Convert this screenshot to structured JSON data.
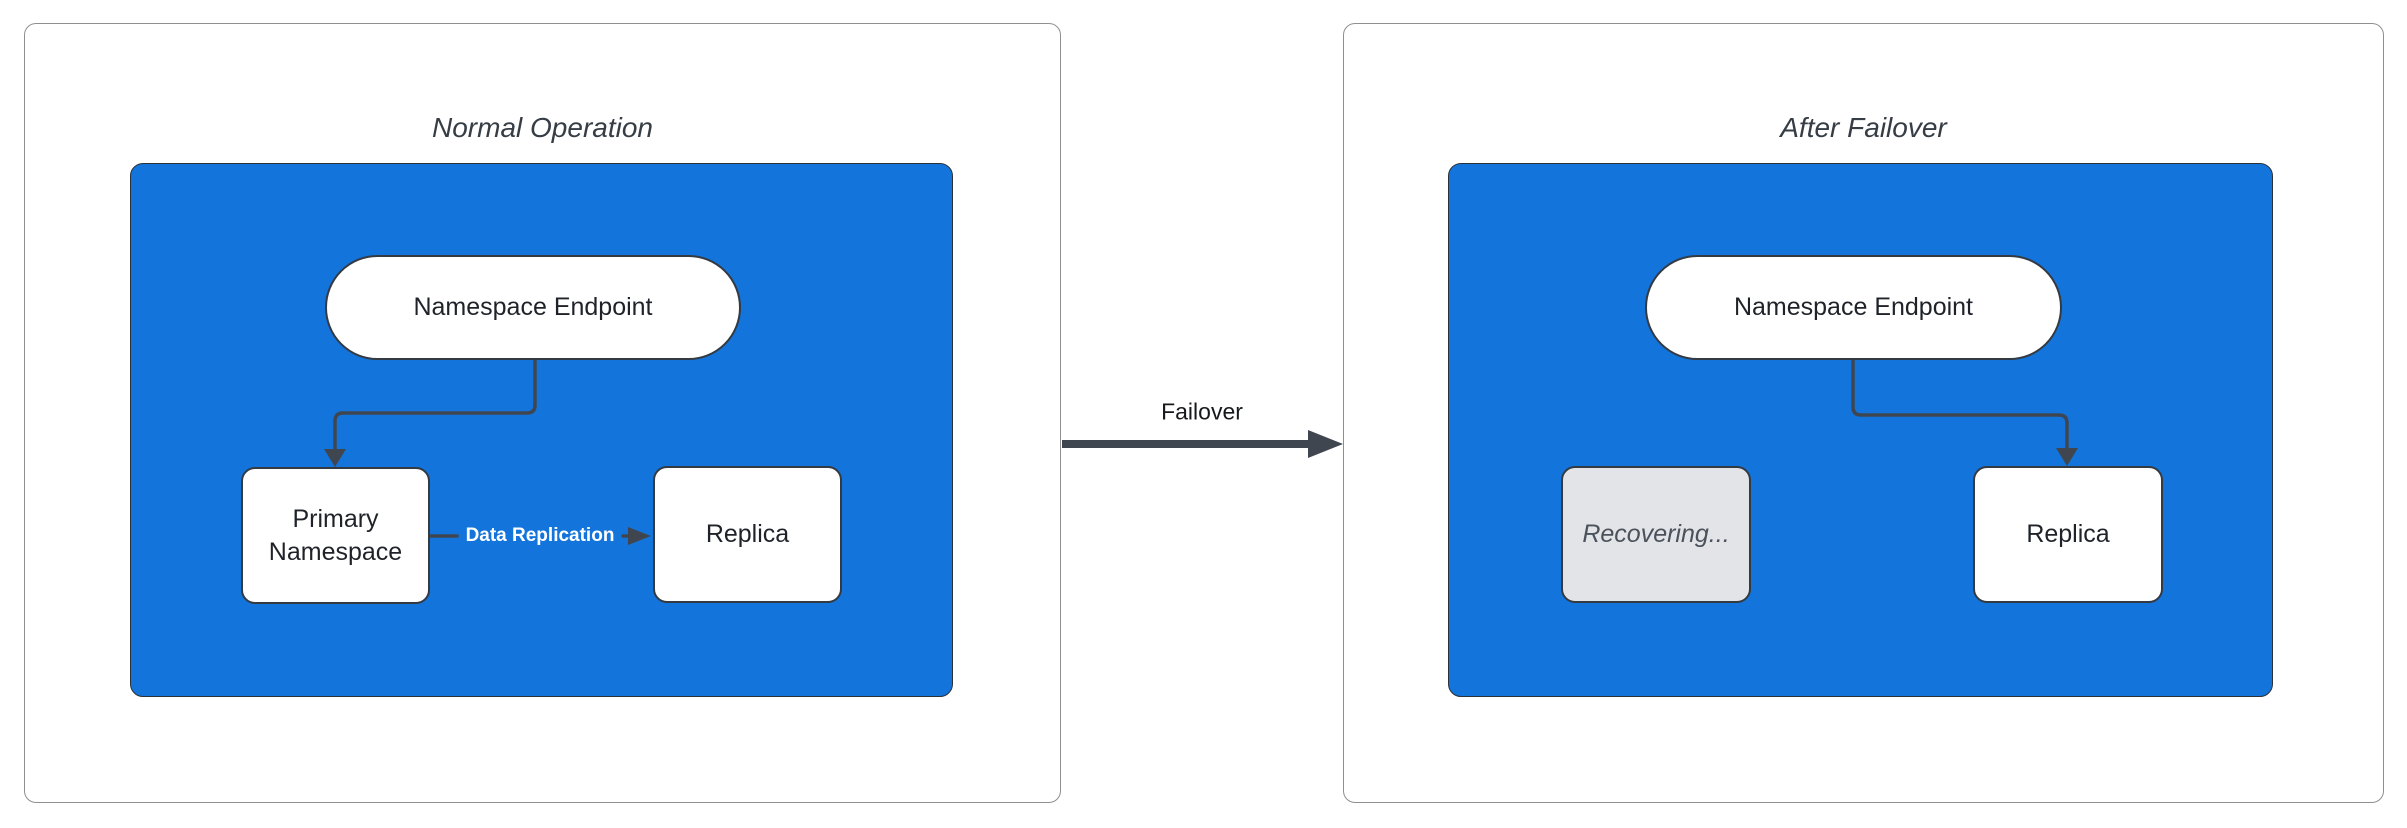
{
  "colors": {
    "canvas-bg": "#ffffff",
    "panel-bg": "#ffffff",
    "panel-border": "#8f8f8f",
    "cluster-blue": "#1375dc",
    "cluster-border": "#2b3139",
    "node-bg": "#ffffff",
    "node-border": "#333a42",
    "node-text": "#1f2329",
    "recovering-bg": "#e2e4e7",
    "recovering-text": "#4b525b",
    "edge-stroke": "#3f4650",
    "title-text": "#363d45",
    "edge-label-on-blue": "#ffffff",
    "failover-text": "#16181b"
  },
  "panels": {
    "left": {
      "title": "Normal Operation",
      "nodes": {
        "endpoint": "Namespace Endpoint",
        "primary": "Primary Namespace",
        "replica": "Replica"
      },
      "edges": {
        "replication_label": "Data Replication"
      }
    },
    "right": {
      "title": "After Failover",
      "nodes": {
        "endpoint": "Namespace Endpoint",
        "recovering": "Recovering...",
        "replica": "Replica"
      }
    }
  },
  "edges": {
    "failover_label": "Failover"
  }
}
